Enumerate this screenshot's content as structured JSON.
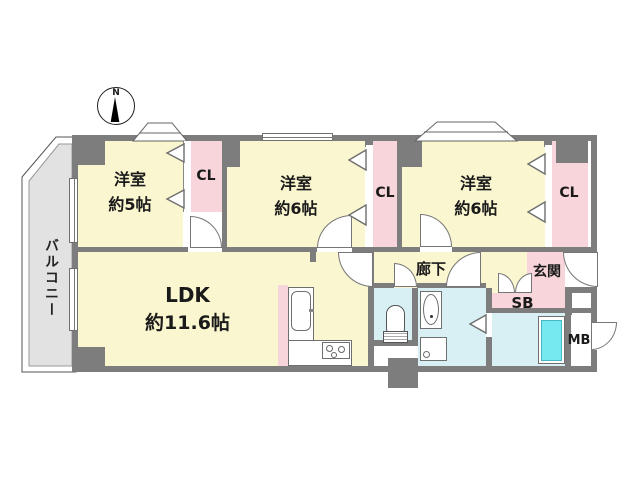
{
  "compass": {
    "north": "N"
  },
  "balcony": {
    "label": "バルコニー"
  },
  "rooms": {
    "bedroom1": {
      "name": "洋室",
      "size": "約5帖"
    },
    "bedroom2": {
      "name": "洋室",
      "size": "約6帖"
    },
    "bedroom3": {
      "name": "洋室",
      "size": "約6帖"
    },
    "ldk": {
      "name": "LDK",
      "size": "約11.6帖"
    },
    "hallway": "廊下",
    "entrance": "玄関"
  },
  "storage": {
    "closet1": "CL",
    "closet2": "CL",
    "closet3": "CL",
    "shoe_box": "SB",
    "meter_box": "MB"
  },
  "colors": {
    "floor_cream": "#faf6cf",
    "storage_pink": "#f7d5da",
    "wet_area_blue": "#d8f0f4",
    "bathtub_cyan": "#76e9f0",
    "wall_gray": "#7d7d7d",
    "balcony_gray": "#e2e2e2"
  }
}
